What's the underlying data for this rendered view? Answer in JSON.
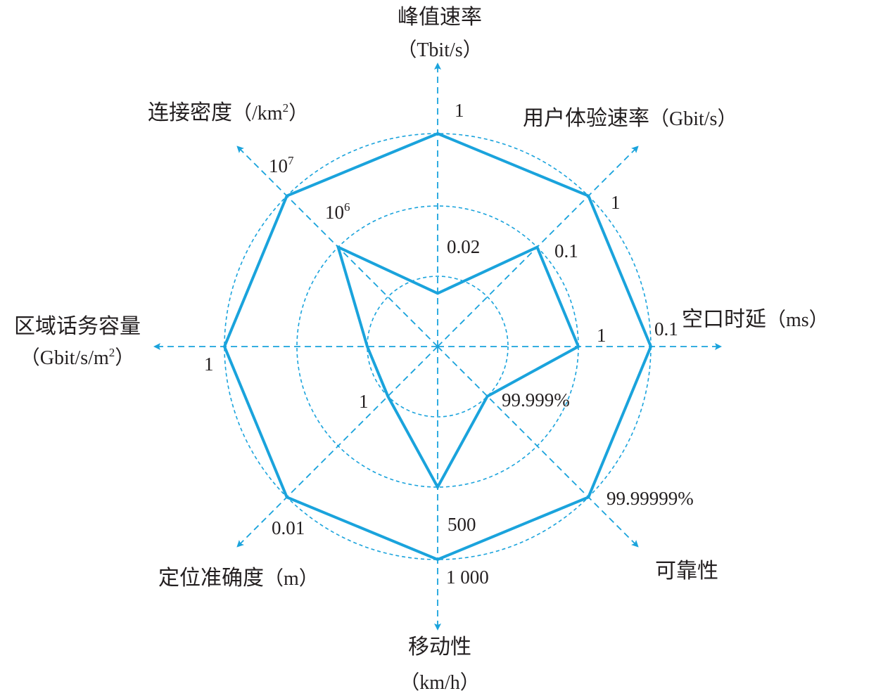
{
  "chart_data": {
    "type": "radar",
    "title": "",
    "colors": {
      "line": "#1aa3dc",
      "text": "#231f20"
    },
    "axes": [
      {
        "name": "峰值速率",
        "unit": "（Tbit/s）",
        "inner": "0.02",
        "outer": "1"
      },
      {
        "name": "用户体验速率",
        "unit": "（Gbit/s）",
        "inner": "0.1",
        "outer": "1"
      },
      {
        "name": "空口时延",
        "unit": "（ms）",
        "inner": "1",
        "outer": "0.1"
      },
      {
        "name": "可靠性",
        "unit": "",
        "inner": "99.999%",
        "outer": "99.99999%"
      },
      {
        "name": "移动性",
        "unit": "（km/h）",
        "inner": "500",
        "outer": "1 000"
      },
      {
        "name": "定位准确度",
        "unit": "（m）",
        "inner": "1",
        "outer": "0.01"
      },
      {
        "name": "区域话务容量",
        "unit": "（Gbit/s/m²）",
        "inner": "",
        "outer": "1"
      },
      {
        "name": "连接密度",
        "unit": "（/km²）",
        "inner": "10⁶",
        "outer": "10⁷"
      }
    ],
    "series": [
      {
        "values": [
          0.25,
          0.66,
          0.66,
          0.33,
          0.66,
          0.33,
          0.33,
          0.66
        ]
      },
      {
        "values": [
          1,
          1,
          1,
          1,
          1,
          1,
          1,
          1
        ]
      }
    ],
    "rings": [
      0.33,
      0.66,
      1.0
    ]
  }
}
